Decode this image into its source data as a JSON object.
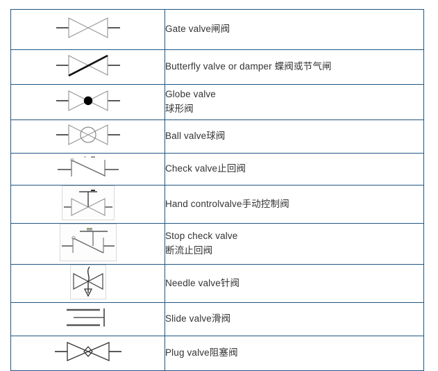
{
  "document": {
    "type": "valve-symbol-legend-table",
    "border_color": "#1f5582",
    "text_color": "#333333",
    "background": "#ffffff",
    "columns": [
      "symbol",
      "description"
    ],
    "row_count": 10
  },
  "rows": [
    {
      "symbol_name": "gate-valve-symbol",
      "symbol_type": "bowtie",
      "lines": [
        "Gate valve闸阀"
      ]
    },
    {
      "symbol_name": "butterfly-valve-symbol",
      "symbol_type": "bowtie-with-diagonal",
      "lines": [
        "Butterfly valve or damper 蝶阀或节气闸"
      ]
    },
    {
      "symbol_name": "globe-valve-symbol",
      "symbol_type": "bowtie-with-filled-circle",
      "lines": [
        "Globe valve",
        "球形阀"
      ]
    },
    {
      "symbol_name": "ball-valve-symbol",
      "symbol_type": "bowtie-with-open-circle",
      "lines": [
        "Ball valve球阀"
      ]
    },
    {
      "symbol_name": "check-valve-symbol",
      "symbol_type": "check-diagonal",
      "lines": [
        "Check valve止回阀"
      ]
    },
    {
      "symbol_name": "hand-control-valve-symbol",
      "symbol_type": "bowtie-with-handwheel",
      "lines": [
        "Hand controlvalve手动控制阀"
      ]
    },
    {
      "symbol_name": "stop-check-valve-symbol",
      "symbol_type": "check-diagonal-with-stem",
      "lines": [
        "Stop check valve",
        "断流止回阀"
      ]
    },
    {
      "symbol_name": "needle-valve-symbol",
      "symbol_type": "bowtie-with-needle-arrow",
      "lines": [
        "Needle valve针阀"
      ]
    },
    {
      "symbol_name": "slide-valve-symbol",
      "symbol_type": "parallel-lines-with-stem",
      "lines": [
        "Slide valve滑阀"
      ]
    },
    {
      "symbol_name": "plug-valve-symbol",
      "symbol_type": "bowtie-with-diamond",
      "lines": [
        "Plug valve阻塞阀"
      ]
    }
  ]
}
